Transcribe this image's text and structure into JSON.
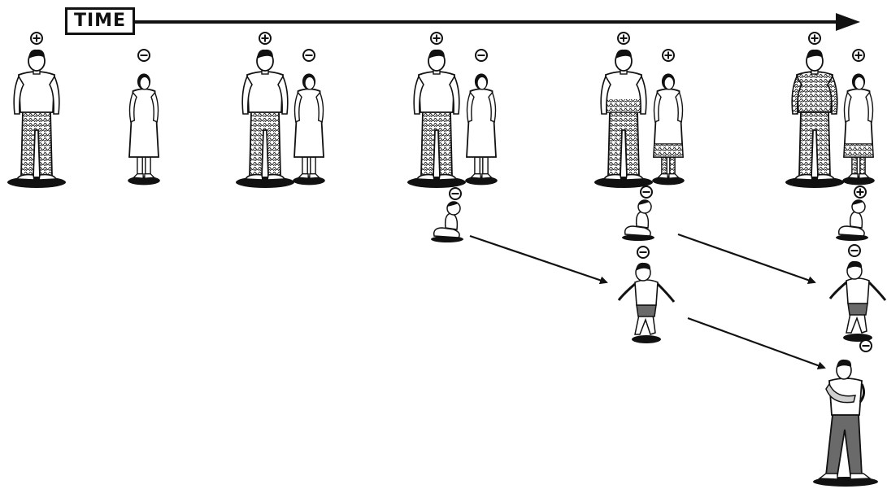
{
  "time_label": "TIME",
  "colors": {
    "ink": "#111111",
    "clothing": "#ffffff",
    "shadow": "#111111",
    "pattern": "#222222",
    "background": "#ffffff"
  },
  "icons": {
    "positive": "plus-circle-icon",
    "negative": "minus-circle-icon"
  },
  "stages": [
    {
      "name": "stage-1",
      "members": [
        {
          "role": "father",
          "status": "positive",
          "affected_level": 0.45
        },
        {
          "role": "mother",
          "status": "negative",
          "affected_level": 0
        }
      ]
    },
    {
      "name": "stage-2",
      "members": [
        {
          "role": "father",
          "status": "positive",
          "affected_level": 0.5
        },
        {
          "role": "mother",
          "status": "negative",
          "affected_level": 0
        }
      ]
    },
    {
      "name": "stage-3",
      "members": [
        {
          "role": "father",
          "status": "positive",
          "affected_level": 0.55
        },
        {
          "role": "mother",
          "status": "negative",
          "affected_level": 0
        },
        {
          "role": "baby",
          "status": "negative",
          "affected_level": 0
        }
      ]
    },
    {
      "name": "stage-4",
      "members": [
        {
          "role": "father",
          "status": "positive",
          "affected_level": 0.75
        },
        {
          "role": "mother",
          "status": "positive",
          "affected_level": 0.2
        },
        {
          "role": "baby",
          "status": "negative",
          "affected_level": 0
        },
        {
          "role": "child",
          "status": "negative",
          "affected_level": 0
        }
      ]
    },
    {
      "name": "stage-5",
      "members": [
        {
          "role": "father",
          "status": "positive",
          "affected_level": 0.95
        },
        {
          "role": "mother",
          "status": "positive",
          "affected_level": 0.25
        },
        {
          "role": "baby",
          "status": "positive",
          "affected_level": 0
        },
        {
          "role": "child",
          "status": "negative",
          "affected_level": 0
        },
        {
          "role": "teen",
          "status": "negative",
          "affected_level": 0
        }
      ]
    }
  ]
}
